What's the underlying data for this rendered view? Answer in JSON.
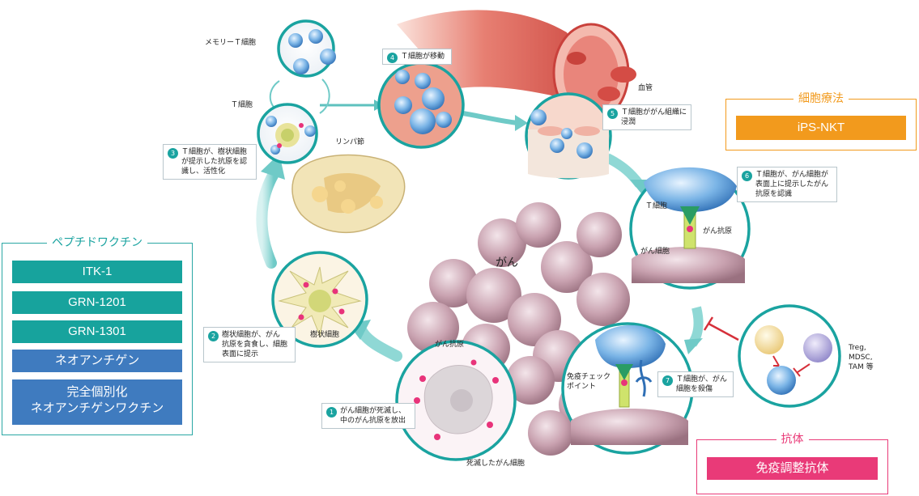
{
  "labels": {
    "memory_t": "メモリーＴ細胞",
    "t_cell": "Ｔ細胞",
    "lymph": "リンパ節",
    "vessel": "血管",
    "cancer": "がん",
    "dendritic": "樹状細胞",
    "cancer_antigen": "がん抗原",
    "dead_cancer": "死滅したがん細胞",
    "checkpoint": [
      "免疫チェック",
      "ポイント"
    ],
    "t_cell_zoom": "Ｔ細胞",
    "cancer_antigen_zoom": "がん抗原",
    "cancer_cell_zoom": "がん細胞",
    "treg": [
      "Treg,",
      "MDSC,",
      "TAM 等"
    ]
  },
  "steps": [
    {
      "num": "1",
      "lines": [
        "がん細胞が死滅し、",
        "中のがん抗原を放出"
      ]
    },
    {
      "num": "2",
      "lines": [
        "樹状細胞が、がん",
        "抗原を貪食し、細胞",
        "表面に提示"
      ]
    },
    {
      "num": "3",
      "lines": [
        "Ｔ細胞が、樹状細胞",
        "が提示した抗原を認",
        "識し、活性化"
      ]
    },
    {
      "num": "4",
      "lines": [
        "Ｔ細胞が移動"
      ]
    },
    {
      "num": "5",
      "lines": [
        "Ｔ細胞ががん組織に",
        "浸潤"
      ]
    },
    {
      "num": "6",
      "lines": [
        "Ｔ細胞が、がん細胞が",
        "表面上に提示したがん",
        "抗原を認識"
      ]
    },
    {
      "num": "7",
      "lines": [
        "Ｔ細胞が、がん",
        "細胞を殺傷"
      ]
    }
  ],
  "legends": {
    "peptide": {
      "title": "ペプチドワクチン",
      "items": [
        {
          "label": "ITK-1",
          "color": "#17a39d"
        },
        {
          "label": "GRN-1201",
          "color": "#17a39d"
        },
        {
          "label": "GRN-1301",
          "color": "#17a39d"
        },
        {
          "label": "ネオアンチゲン",
          "color": "#3f7bbf"
        },
        {
          "label": "完全個別化",
          "label2": "ネオアンチゲンワクチン",
          "color": "#3f7bbf"
        }
      ],
      "border_color": "#2aa7a4"
    },
    "cell_therapy": {
      "title": "細胞療法",
      "items": [
        {
          "label": "iPS-NKT",
          "color": "#f29a1d"
        }
      ],
      "border_color": "#f29a1d"
    },
    "antibody": {
      "title": "抗体",
      "items": [
        {
          "label": "免疫調整抗体",
          "color": "#e93a78"
        }
      ],
      "border_color": "#e93a78"
    }
  },
  "colors": {
    "teal": "#1aa3a0",
    "arrow": "#7fd3d1",
    "cancer_cell": "#c9a7b3",
    "t_cell_blue": "#5aa0d8",
    "vessel": "#d9443f",
    "inhibit_red": "#d6303a"
  }
}
